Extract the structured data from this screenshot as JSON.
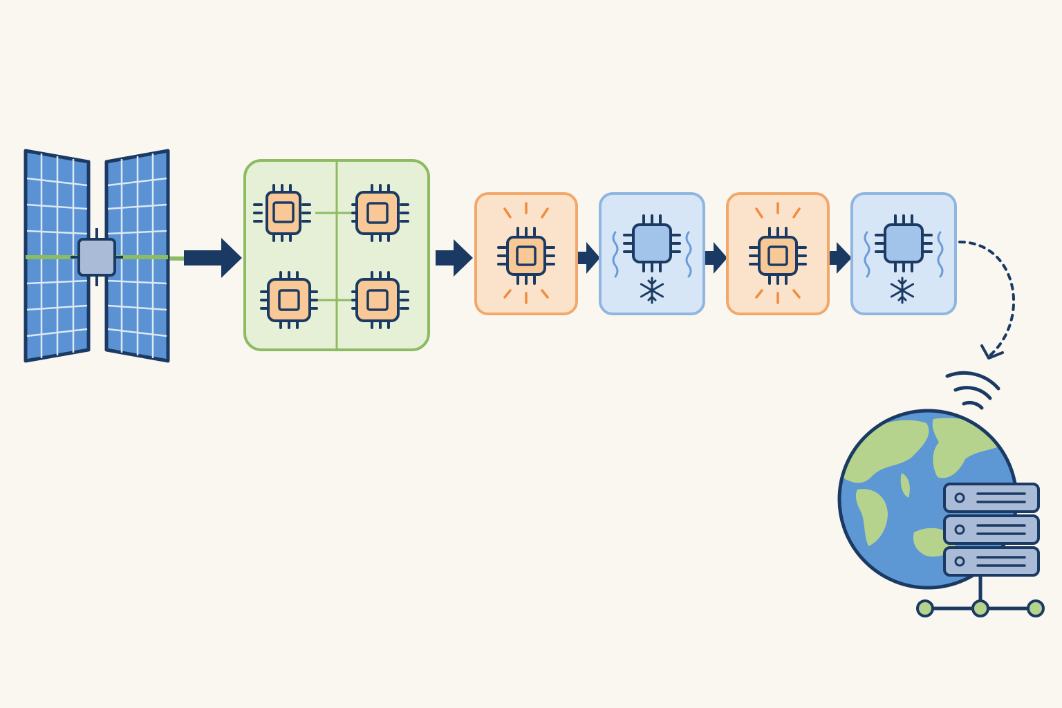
{
  "palette": {
    "background": "#faf7f1",
    "navy": "#1b3a63",
    "panel_blue": "#5b92d3",
    "panel_grid": "#dbe8f6",
    "hub": "#a9bbd6",
    "green": "#8dbb62",
    "green_fill": "#e6f0d7",
    "orange": "#f2a86a",
    "orange_fill": "#fbe3cb",
    "orange_chip": "#f8c896",
    "orange_ray": "#ef8c3e",
    "blue_fill": "#d7e6f7",
    "blue_border": "#8fb5e0",
    "blue_chip": "#a3c4ea",
    "wave": "#6a9bd6",
    "ocean": "#5d97d4",
    "land": "#b6d38e",
    "server": "#a9bbd6"
  },
  "diagram": {
    "nodes": [
      {
        "id": "satellite",
        "icon": "satellite-icon"
      },
      {
        "id": "compute-cluster",
        "icon": "chip-grid-icon"
      },
      {
        "id": "hot-stage-1",
        "icon": "hot-chip-icon"
      },
      {
        "id": "cold-stage-1",
        "icon": "cold-chip-icon"
      },
      {
        "id": "hot-stage-2",
        "icon": "hot-chip-icon"
      },
      {
        "id": "cold-stage-2",
        "icon": "cold-chip-icon"
      },
      {
        "id": "ground-station",
        "icon": "earth-server-icon"
      }
    ],
    "edges": [
      {
        "from": "satellite",
        "to": "compute-cluster",
        "style": "solid"
      },
      {
        "from": "compute-cluster",
        "to": "hot-stage-1",
        "style": "solid"
      },
      {
        "from": "hot-stage-1",
        "to": "cold-stage-1",
        "style": "solid"
      },
      {
        "from": "cold-stage-1",
        "to": "hot-stage-2",
        "style": "solid"
      },
      {
        "from": "hot-stage-2",
        "to": "cold-stage-2",
        "style": "solid"
      },
      {
        "from": "cold-stage-2",
        "to": "ground-station",
        "style": "dashed"
      }
    ]
  }
}
